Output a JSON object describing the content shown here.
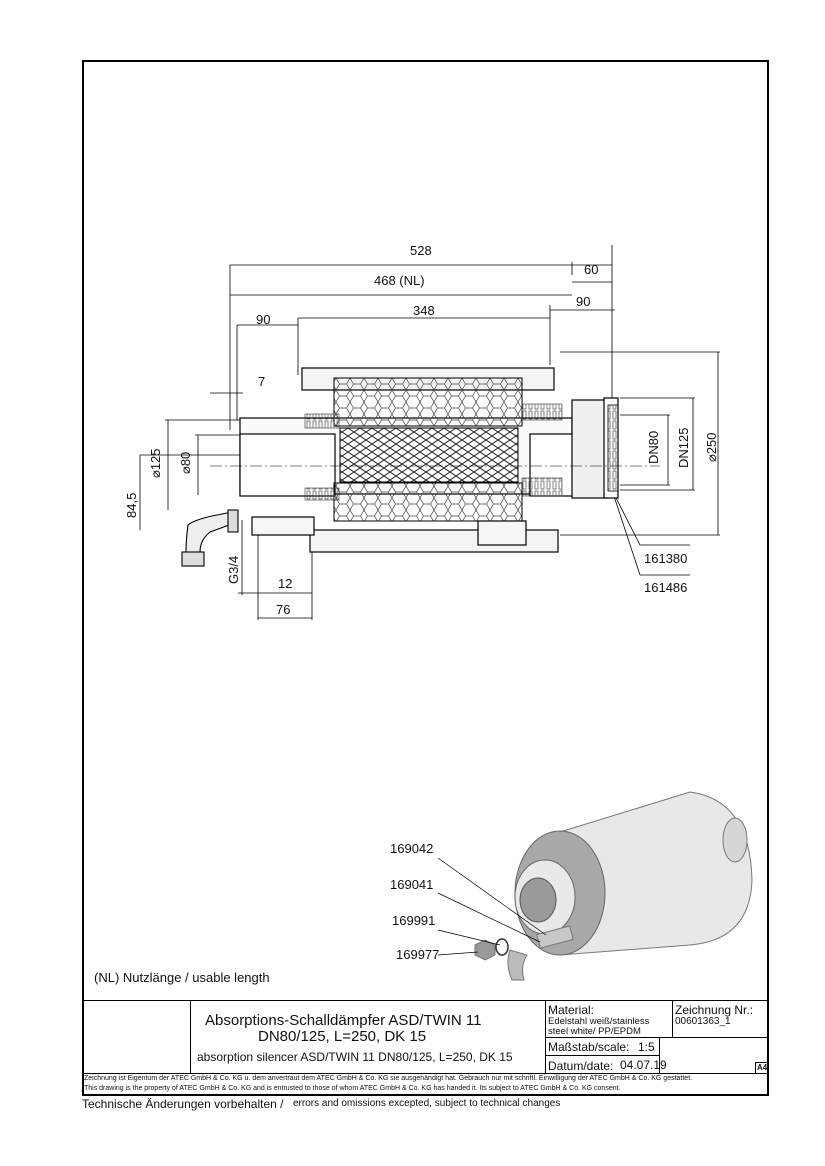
{
  "drawing": {
    "dims": {
      "overall": "528",
      "nominal_length": "468 (NL)",
      "right_offset_60": "60",
      "left_offset_90": "90",
      "middle": "348",
      "right_90": "90",
      "dim_7": "7",
      "dia_125": "⌀125",
      "dia_80": "⌀80",
      "h_84_5": "84,5",
      "thread": "G3/4",
      "dim_12": "12",
      "dim_76": "76",
      "dn80": "DN80",
      "dn125": "DN125",
      "dia_250": "⌀250"
    },
    "part_refs": {
      "p161380": "161380",
      "p161486": "161486",
      "p169042": "169042",
      "p169041": "169041",
      "p169991": "169991",
      "p169977": "169977"
    },
    "legend": "(NL)    Nutzlänge / usable length"
  },
  "title_block": {
    "title_de_line1": "Absorptions-Schalldämpfer ASD/TWIN 11",
    "title_de_line2": "DN80/125, L=250, DK 15",
    "title_en": "absorption silencer ASD/TWIN 11 DN80/125, L=250, DK 15",
    "material_label": "Material:",
    "material_value_line1": "Edelstahl weiß/stainless",
    "material_value_line2": "steel white/ PP/EPDM",
    "scale_label": "Maßstab/scale:",
    "scale_value": "1:5",
    "date_label": "Datum/date:",
    "date_value": "04.07.19",
    "drawing_no_label": "Zeichnung Nr.:",
    "drawing_no_value": "00601363_1",
    "sheet_size": "A4",
    "copyright_de": "Zeichnung ist Eigentum der ATEC GmbH & Co. KG u. dem anvertraut dem ATEC GmbH & Co. KG sie ausgehändigt hat. Gebrauch nur mit schriftl. Einwilligung der ATEC GmbH & Co. KG gestattet.",
    "copyright_en": "This drawing is the property of ATEC GmbH & Co. KG and is entrusted to those of whom ATEC GmbH & Co. KG has handed it. Its subject to ATEC GmbH & Co. KG consent."
  },
  "footer": {
    "changes_de": "Technische Änderungen vorbehalten /",
    "changes_en": "errors and omissions excepted, subject to technical changes"
  }
}
